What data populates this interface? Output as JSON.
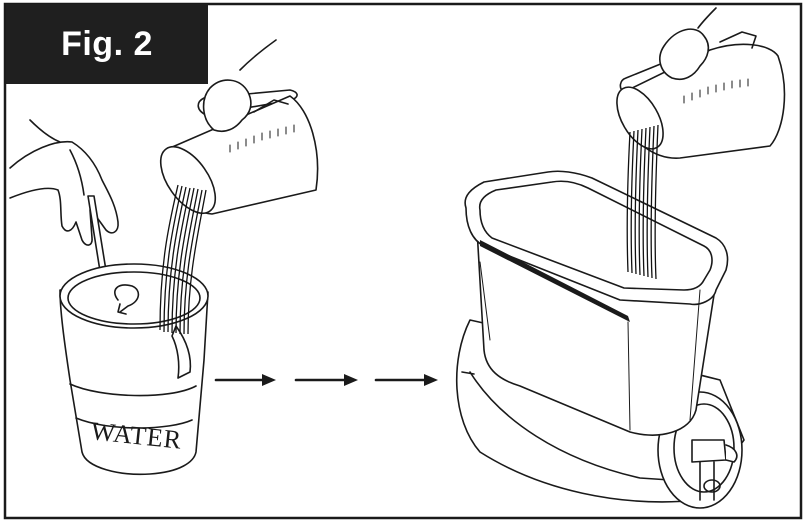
{
  "figure": {
    "label": "Fig. 2",
    "pitcher_label": "WATER"
  },
  "steps": [
    {
      "name": "step-1",
      "description_icons": [
        "hand-stirring",
        "measuring-cup-pouring",
        "water-pitcher"
      ]
    },
    {
      "name": "step-2",
      "description_icons": [
        "measuring-cup-pouring",
        "dispenser-bowl"
      ]
    }
  ],
  "arrows": {
    "count": 3
  }
}
